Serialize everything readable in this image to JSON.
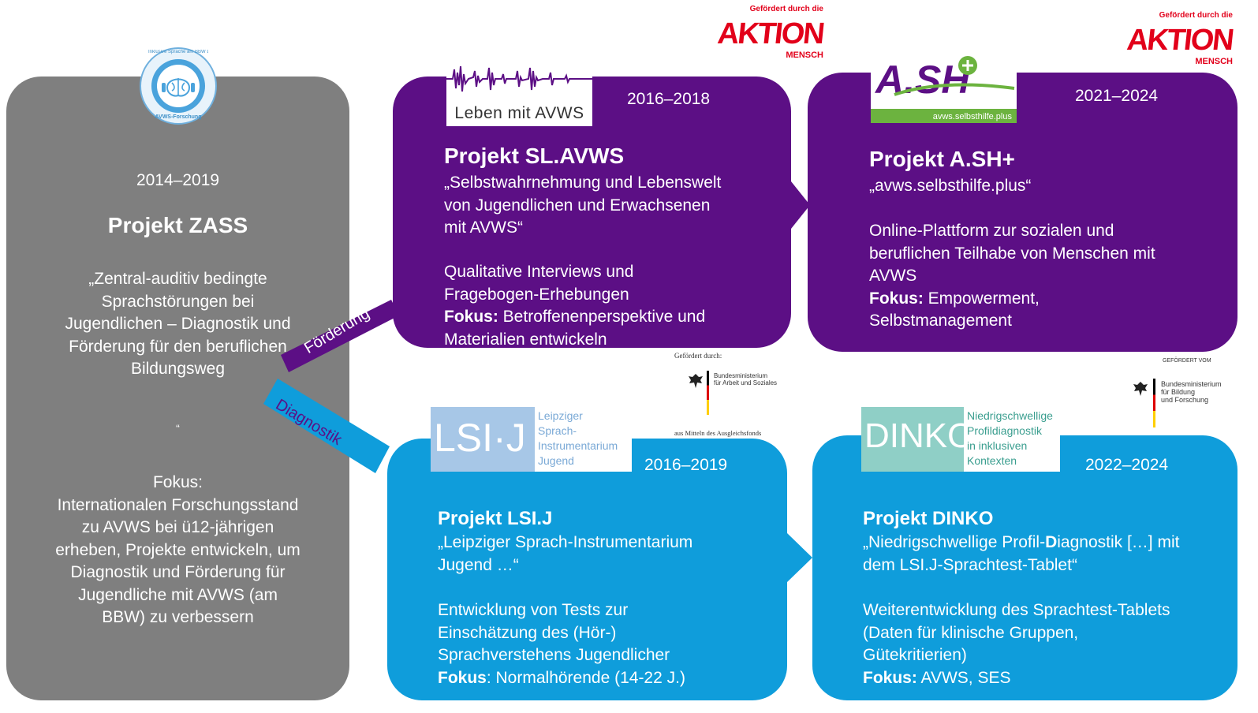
{
  "colors": {
    "gray": "#7f7f7f",
    "purple": "#5c0f85",
    "blue": "#0f9ddb",
    "aktion_red": "#e2001a"
  },
  "zass": {
    "badge_ring_text": "Inklusive Sprache am BBW Leipzig",
    "badge_bottom": "AVWS-Forschung",
    "years": "2014–2019",
    "title": "Projekt ZASS",
    "desc": [
      "„Zentral-auditiv bedingte",
      "Sprachstörungen bei",
      "Jugendlichen – Diagnostik und",
      "Förderung für den beruflichen",
      "Bildungsweg"
    ],
    "quote_close": "“",
    "focus_label": "Fokus:",
    "focus": [
      "Internationalen Forschungsstand",
      "zu AVWS bei ü12-jährigen",
      "erheben, Projekte entwickeln, um",
      "Diagnostik und Förderung für",
      "Jugendliche mit AVWS (am",
      "BBW) zu verbessern"
    ]
  },
  "arrows": {
    "foerderung": "Förderung",
    "diagnostik": "Diagnostik"
  },
  "slavws": {
    "logo_text": "Leben mit AVWS",
    "years": "2016–2018",
    "title": "Projekt SL.AVWS",
    "desc": [
      "„Selbstwahrnehmung und Lebenswelt",
      "von Jugendlichen und Erwachsenen",
      "mit AVWS“"
    ],
    "method": [
      "Qualitative Interviews und",
      "Fragebogen-Erhebungen"
    ],
    "focus_label": "Fokus:",
    "focus": [
      " Betroffenenperspektive und",
      "Materialien entwickeln"
    ],
    "sponsor_top": "Gefördert durch die",
    "sponsor_name": "AKTION",
    "sponsor_sub": "MENSCH"
  },
  "ash": {
    "logo_text": "A.SH",
    "logo_url": "avws.selbsthilfe.plus",
    "years": "2021–2024",
    "title": "Projekt A.SH+",
    "desc": "„avws.selbsthilfe.plus“",
    "body": [
      "Online-Plattform zur sozialen und",
      "beruflichen Teilhabe von Menschen mit",
      "AVWS"
    ],
    "focus_label": "Fokus:",
    "focus": [
      " Empowerment,",
      "Selbstmanagement"
    ],
    "sponsor_top": "Gefördert durch die",
    "sponsor_name": "AKTION",
    "sponsor_sub": "MENSCH"
  },
  "lsij": {
    "logo_text": "LSI·J",
    "logo_lines": [
      "Leipziger",
      "Sprach-",
      "Instrumentarium",
      "Jugend"
    ],
    "years": "2016–2019",
    "title": "Projekt LSI.J",
    "desc": [
      "„Leipziger Sprach-Instrumentarium",
      "Jugend …“"
    ],
    "body": [
      "Entwicklung von Tests zur",
      "Einschätzung des (Hör-)",
      "Sprachverstehens Jugendlicher"
    ],
    "focus_label": "Fokus",
    "focus": ": Normalhörende (14-22 J.)",
    "sponsor_top": "Gefördert durch:",
    "sponsor_ministry": [
      "Bundesministerium",
      "für Arbeit und Soziales"
    ],
    "sponsor_bottom": "aus Mitteln des Ausgleichsfonds"
  },
  "dinko": {
    "logo_text": "DINKO",
    "logo_lines": [
      "Niedrigschwellige",
      "Profildiagnostik",
      "in inklusiven",
      "Kontexten"
    ],
    "years": "2022–2024",
    "title": "Projekt DINKO",
    "desc_a": "„Niedrigschwellige Profil-",
    "desc_b": "D",
    "desc_c": "iagnostik […] mit",
    "desc2": "dem LSI.J-Sprachtest-Tablet“",
    "body": [
      "Weiterentwicklung des Sprachtest-Tablets",
      "(Daten für klinische Gruppen,",
      "Gütekritierien)"
    ],
    "focus_label": "Fokus:",
    "focus": " AVWS, SES",
    "sponsor_top": "GEFÖRDERT VOM",
    "sponsor_ministry": [
      "Bundesministerium",
      "für Bildung",
      "und Forschung"
    ]
  }
}
